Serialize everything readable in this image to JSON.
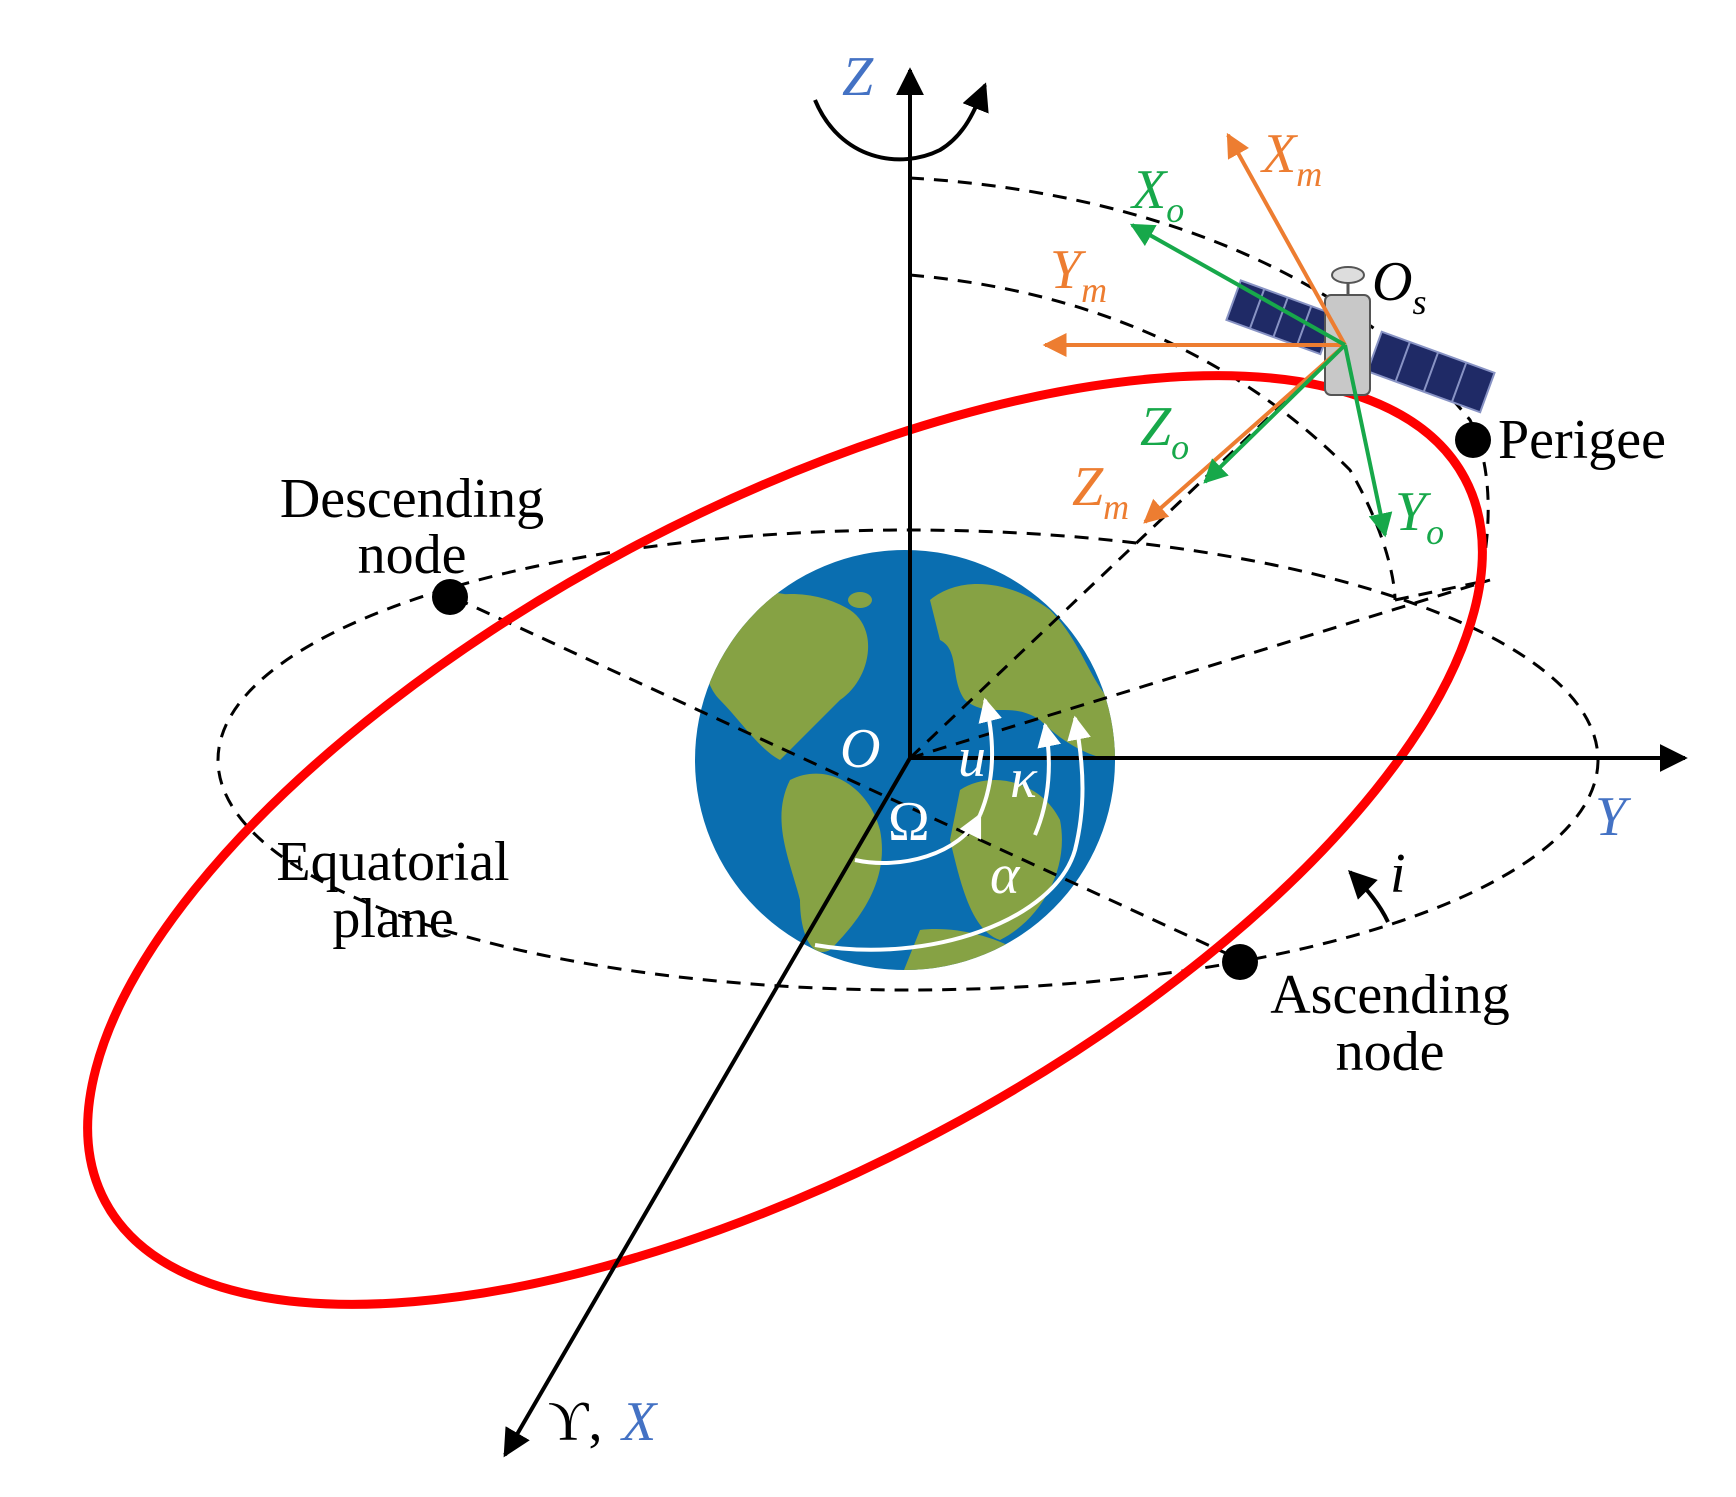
{
  "colors": {
    "orbit": "#ff0000",
    "axis": "#000000",
    "axis_label": "#4472c4",
    "body_frame": "#ed7d31",
    "orbit_frame": "#17a84a",
    "ocean": "#0a6eb0",
    "land": "#86a244",
    "angle_arcs": "#ffffff"
  },
  "axes": {
    "z_label": "Z",
    "y_label": "Y",
    "x_prefix": "ϒ,",
    "x_label": "X",
    "origin": "O"
  },
  "satellite": {
    "origin_main": "O",
    "origin_sub": "s",
    "xm_main": "X",
    "xm_sub": "m",
    "ym_main": "Y",
    "ym_sub": "m",
    "zm_main": "Z",
    "zm_sub": "m",
    "xo_main": "X",
    "xo_sub": "o",
    "yo_main": "Y",
    "yo_sub": "o",
    "zo_main": "Z",
    "zo_sub": "o"
  },
  "points": {
    "perigee": "Perigee",
    "descending_line1": "Descending",
    "descending_line2": "node",
    "ascending_line1": "Ascending",
    "ascending_line2": "node"
  },
  "plane": {
    "line1": "Equatorial",
    "line2": "plane"
  },
  "angles": {
    "raan": "Ω",
    "arg_latitude": "u",
    "kappa": "κ",
    "alpha": "α",
    "inclination": "i"
  }
}
